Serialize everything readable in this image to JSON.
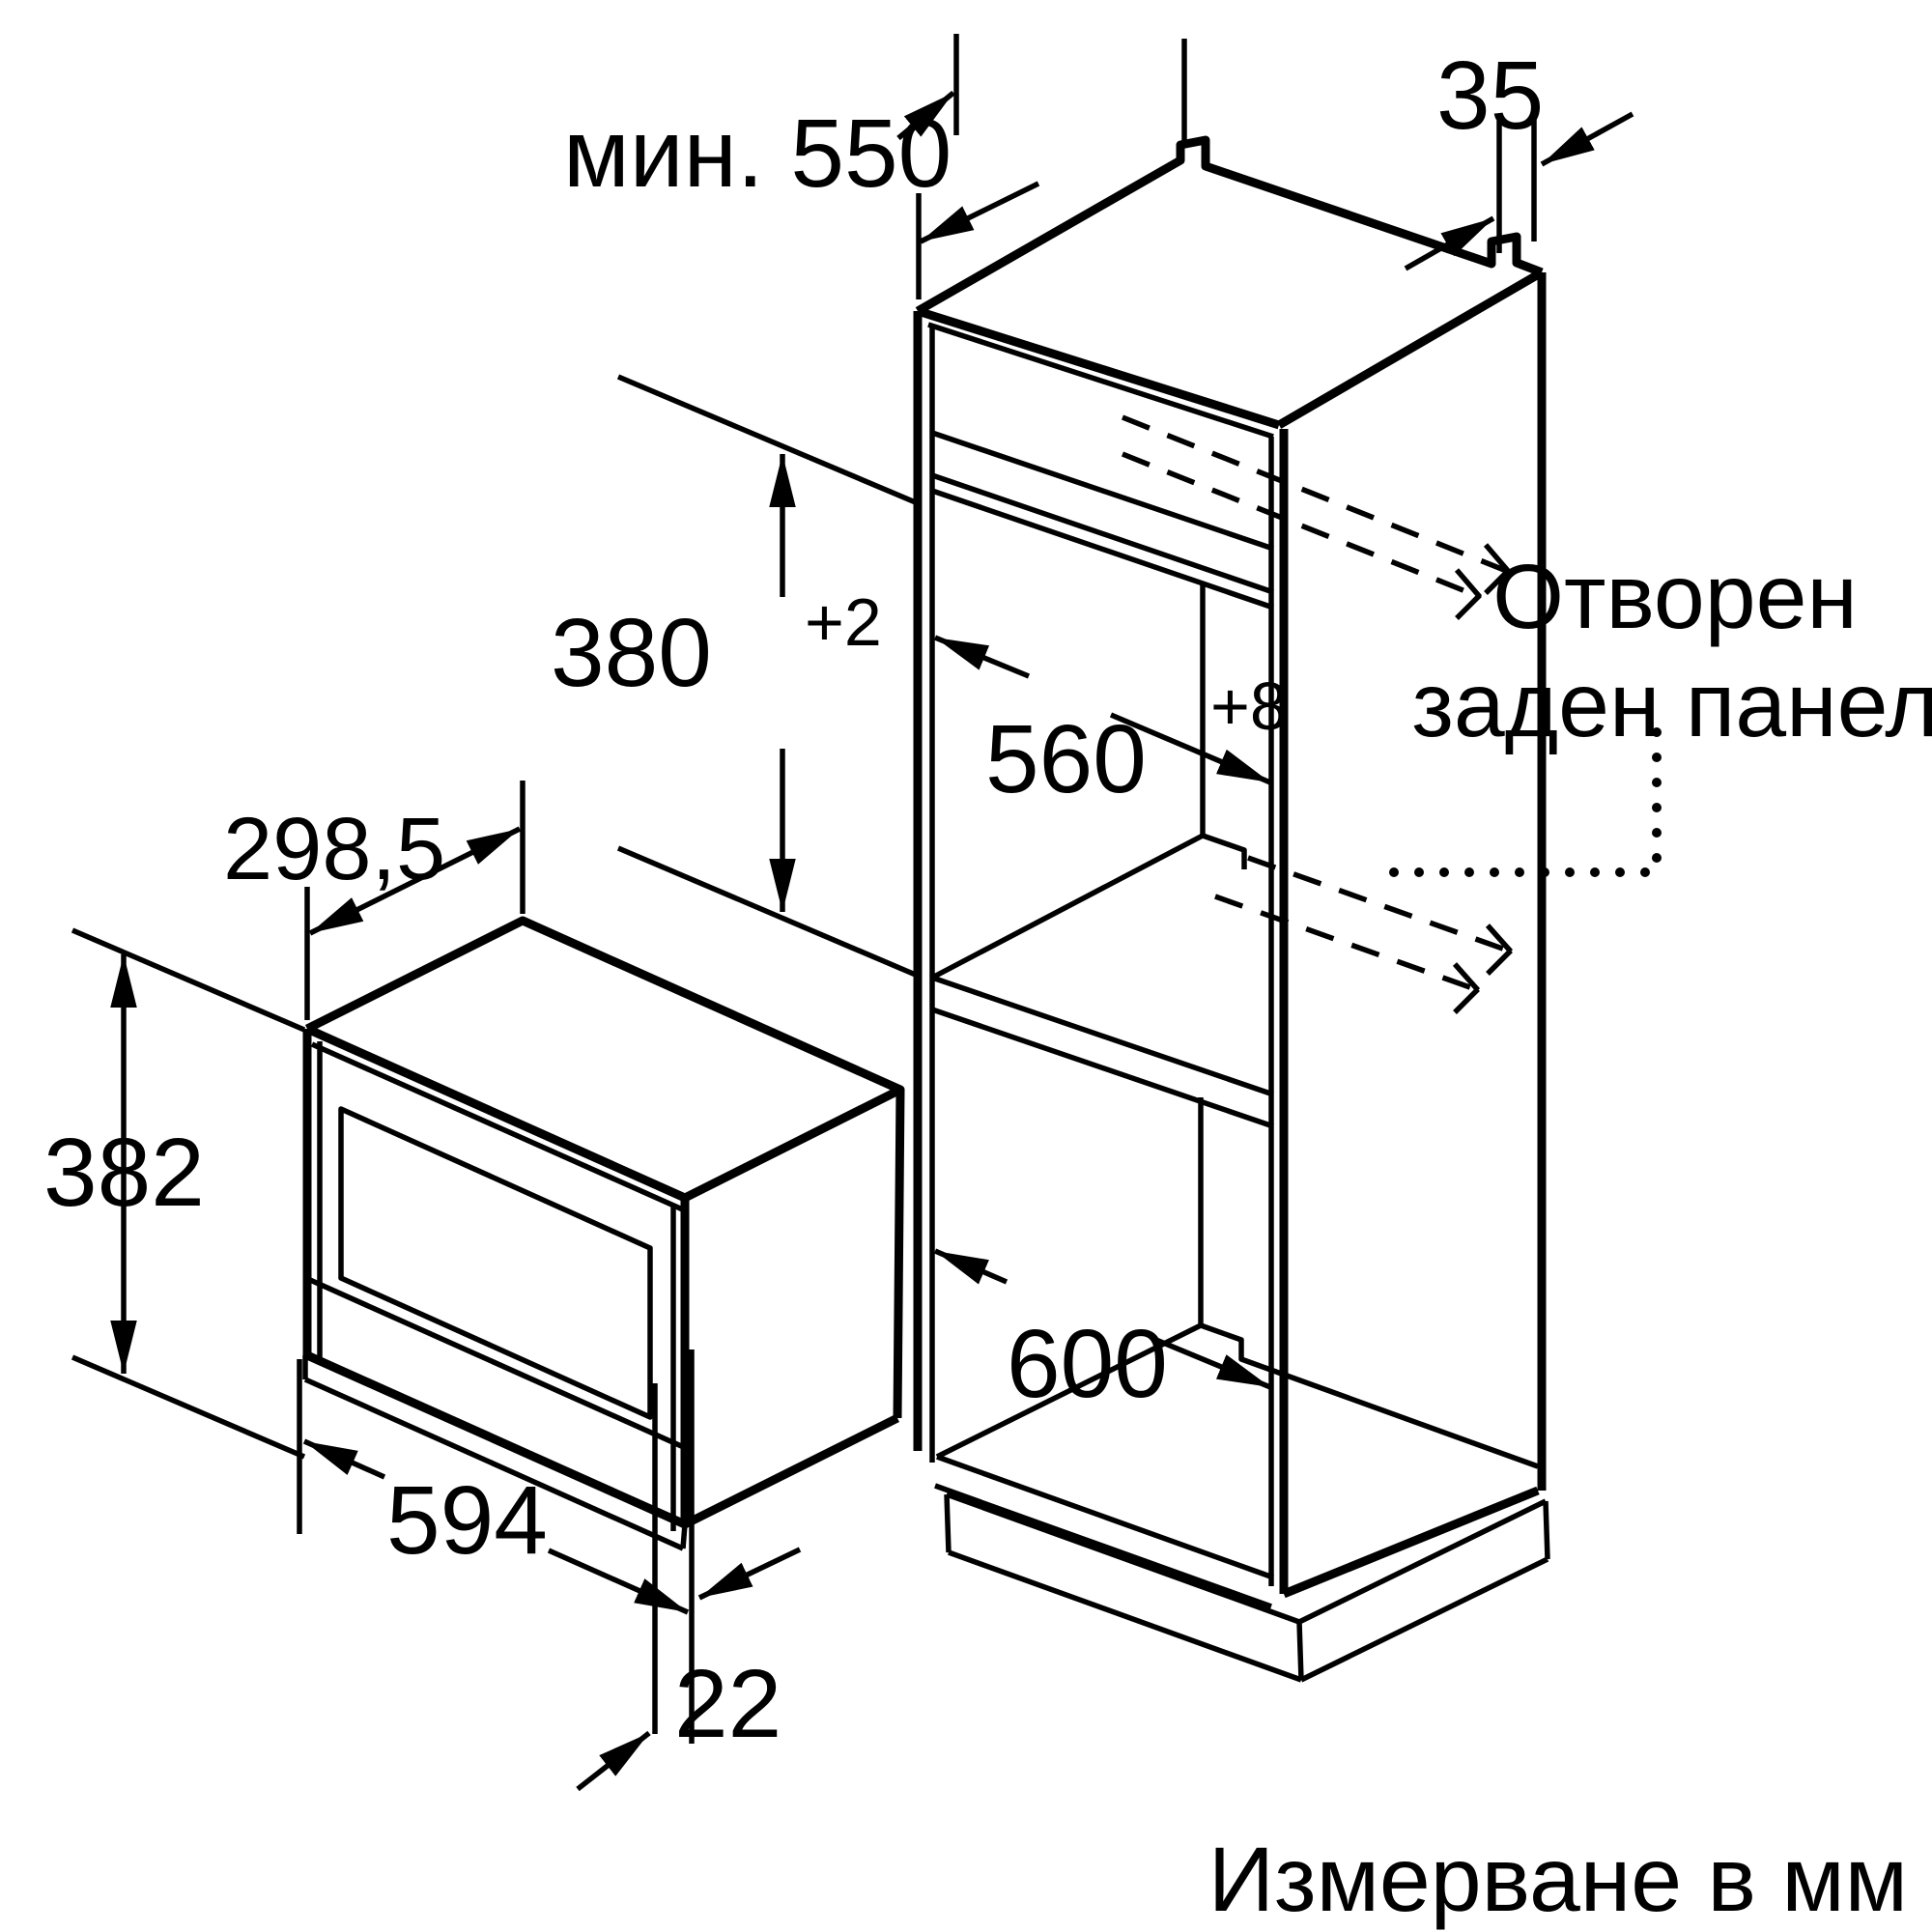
{
  "canvas": {
    "background": "#ffffff",
    "line_color": "#000000",
    "unit_note": "Измерване в мм"
  },
  "back_panel_note": {
    "line1": "Отворен",
    "line2": "заден панел"
  },
  "dimensions": {
    "min_cabinet_depth": {
      "label": "мин. 550"
    },
    "rear_gap": {
      "label": "35"
    },
    "niche_height": {
      "value": "380",
      "tolerance": "+2"
    },
    "niche_width": {
      "value": "560",
      "tolerance": "+8"
    },
    "appliance_top_depth": {
      "label": "298,5"
    },
    "appliance_height": {
      "label": "382"
    },
    "appliance_width": {
      "label": "594"
    },
    "door_protrusion": {
      "label": "22"
    },
    "cabinet_width": {
      "label": "600"
    }
  }
}
